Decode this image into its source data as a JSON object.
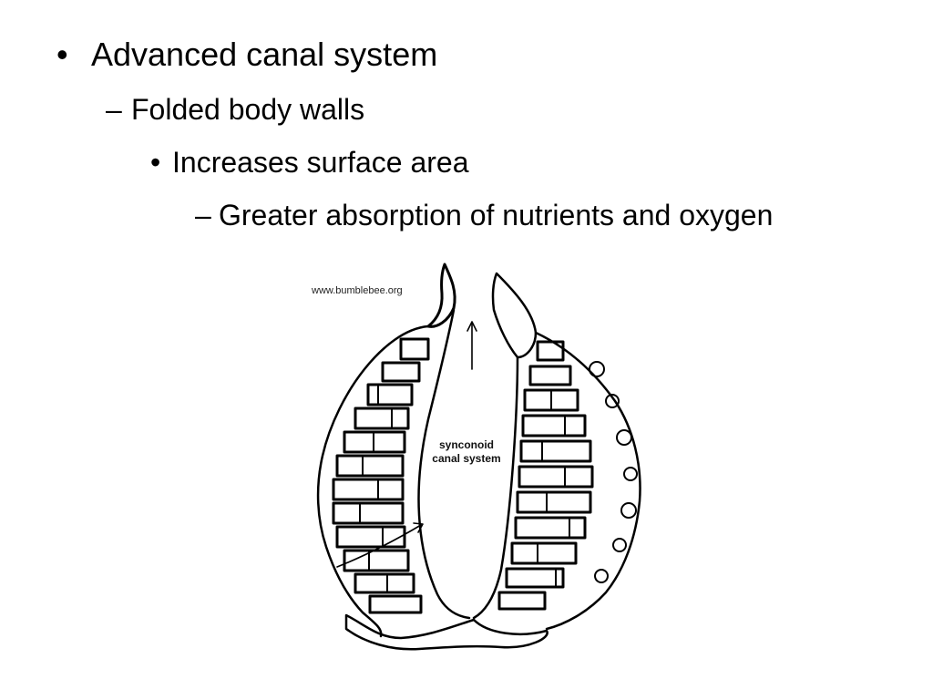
{
  "slide": {
    "bullets": [
      {
        "level": 1,
        "marker": "•",
        "text": "Advanced canal system"
      },
      {
        "level": 2,
        "marker": "–",
        "text": "Folded body walls"
      },
      {
        "level": 3,
        "marker": "•",
        "text": "Increases surface area"
      },
      {
        "level": 4,
        "marker": "–",
        "text": "Greater absorption of nutrients and oxygen"
      }
    ]
  },
  "figure": {
    "watermark": "www.bumblebee.org",
    "label_line1": "synconoid",
    "label_line2": "canal system"
  }
}
